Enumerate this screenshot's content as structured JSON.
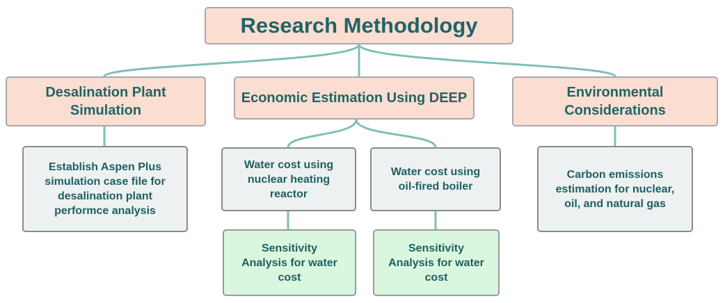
{
  "diagram": {
    "title": "Research Methodology",
    "branches": [
      {
        "label": "Desalination Plant\nSimulation",
        "children": [
          {
            "label": "Establish Aspen Plus\nsimulation case file for\ndesalination plant\nperformce analysis"
          }
        ]
      },
      {
        "label": "Economic Estimation Using DEEP",
        "children": [
          {
            "label": "Water cost using\nnuclear heating\nreactor",
            "sub": "Sensitivity\nAnalysis for water\ncost"
          },
          {
            "label": "Water cost using\noil-fired boiler",
            "sub": "Sensitivity\nAnalysis for water\ncost"
          }
        ]
      },
      {
        "label": "Environmental\nConsiderations",
        "children": [
          {
            "label": "Carbon emissions\nestimation for nuclear,\noil, and natural gas"
          }
        ]
      }
    ],
    "colors": {
      "heading_fill": "#fbddd1",
      "task_fill": "#eef1f2",
      "analysis_fill": "#d9f7df",
      "connector": "#7fbfb6",
      "text": "#1f6566"
    }
  }
}
